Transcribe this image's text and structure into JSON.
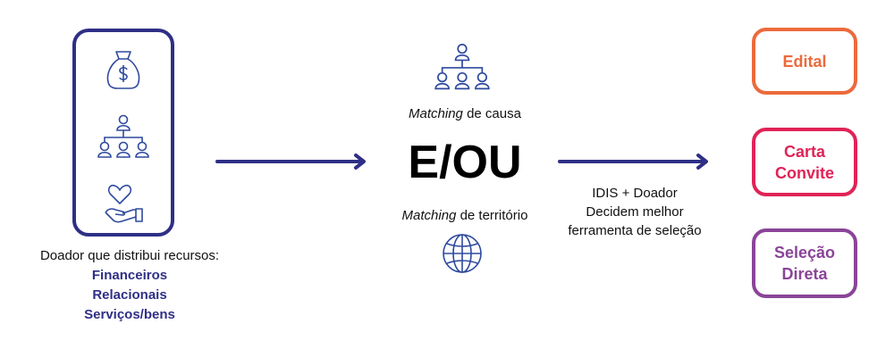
{
  "donor": {
    "caption": "Doador que distribui recursos:",
    "resources": [
      "Financeiros",
      "Relacionais",
      "Serviços/bens"
    ],
    "icons": [
      "money-bag-icon",
      "org-chart-icon",
      "heart-hand-icon"
    ]
  },
  "matching": {
    "cause": {
      "emphasis": "Matching",
      "rest": " de causa",
      "icon": "org-chart-icon"
    },
    "connector": "E/OU",
    "territory": {
      "emphasis": "Matching",
      "rest": " de território",
      "icon": "globe-icon"
    }
  },
  "decision": {
    "lines": [
      "IDIS + Doador",
      "Decidem melhor",
      "ferramenta de seleção"
    ]
  },
  "tools": [
    {
      "lines": [
        "Edital"
      ],
      "color": "#ec6a3c"
    },
    {
      "lines": [
        "Carta",
        "Convite"
      ],
      "color": "#e02357"
    },
    {
      "lines": [
        "Seleção",
        "Direta"
      ],
      "color": "#8a4498"
    }
  ],
  "colors": {
    "primary": "#2f2f86",
    "icon": "#2e4a9e"
  }
}
